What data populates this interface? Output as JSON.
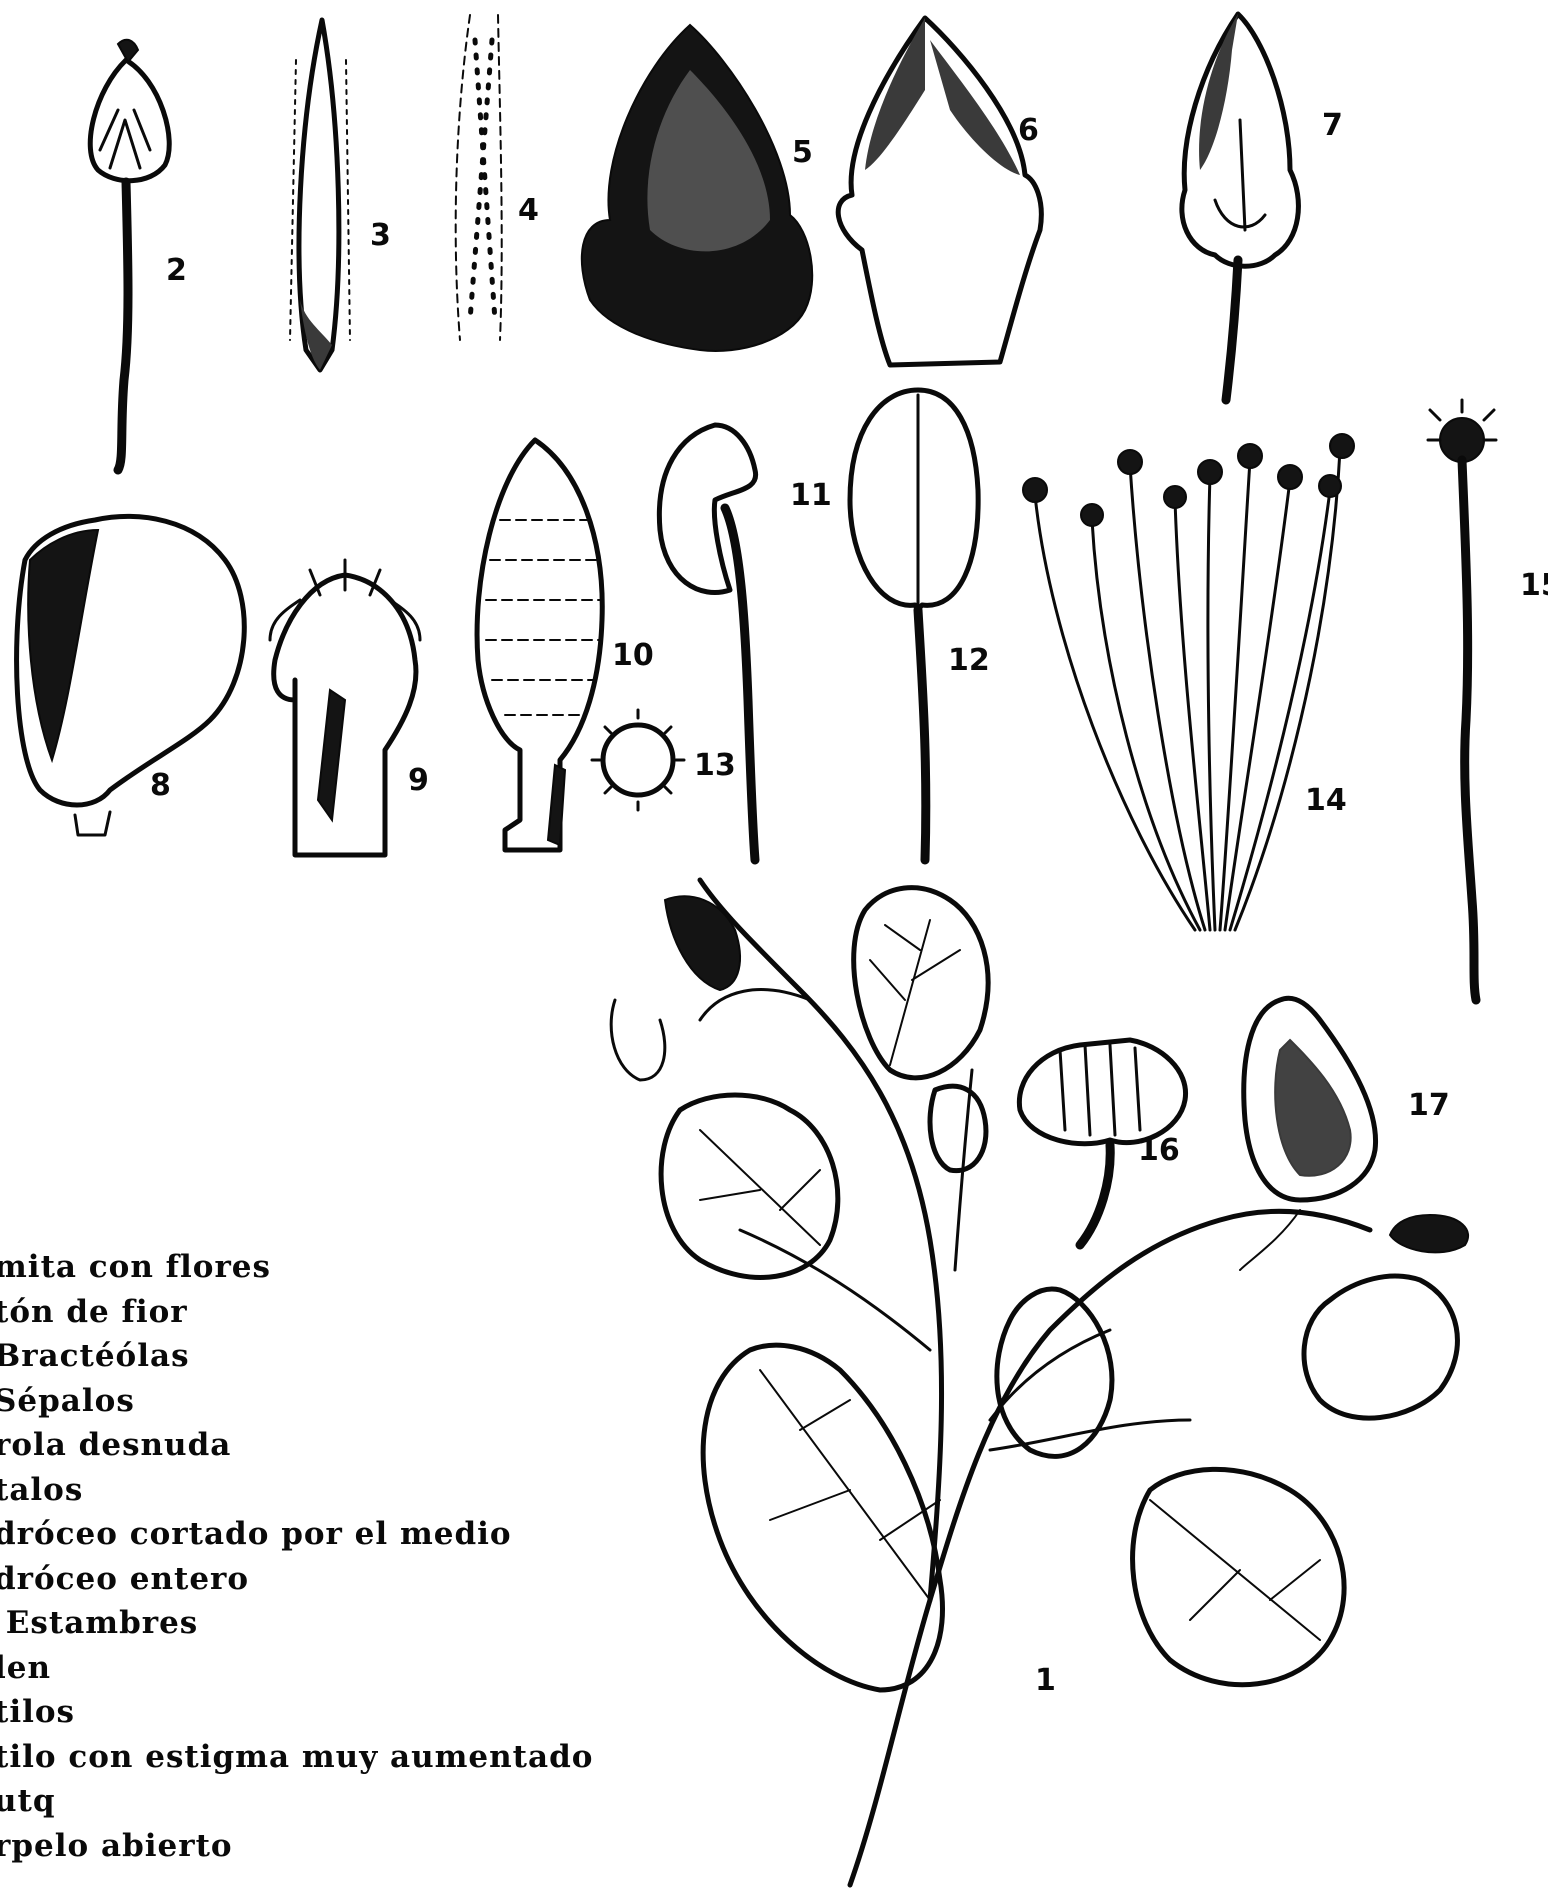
{
  "figure_numbers": [
    "1",
    "2",
    "3",
    "4",
    "5",
    "6",
    "7",
    "8",
    "9",
    "10",
    "11",
    "12",
    "13",
    "14",
    "15",
    "16",
    "17"
  ],
  "legend": [
    "mita con flores",
    "tón de fior",
    "Bractéólas",
    "Sépalos",
    "rola desnuda",
    "talos",
    "dróceo cortado por el medio",
    "dróceo entero",
    " Estambres",
    "len",
    "tilos",
    "tilo con estigma muy aumentado",
    "utq",
    "rpelo abierto"
  ]
}
